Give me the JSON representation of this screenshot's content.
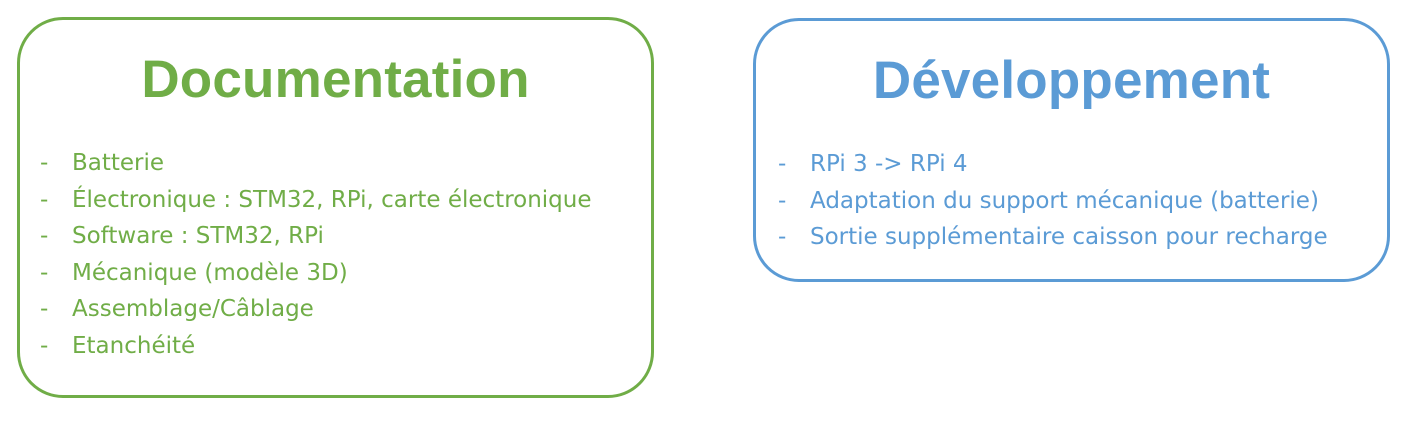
{
  "colors": {
    "documentation": "#70ad47",
    "developpement": "#5b9bd5",
    "background": "#ffffff"
  },
  "documentation": {
    "title": "Documentation",
    "bullet": "-",
    "items": [
      "Batterie",
      "Électronique : STM32, RPi, carte électronique",
      "Software : STM32, RPi",
      "Mécanique (modèle 3D)",
      "Assemblage/Câblage",
      "Etanchéité"
    ]
  },
  "developpement": {
    "title": "Développement",
    "bullet": "-",
    "items": [
      "RPi 3 -> RPi 4",
      "Adaptation du support mécanique (batterie)",
      "Sortie supplémentaire caisson pour recharge"
    ]
  }
}
